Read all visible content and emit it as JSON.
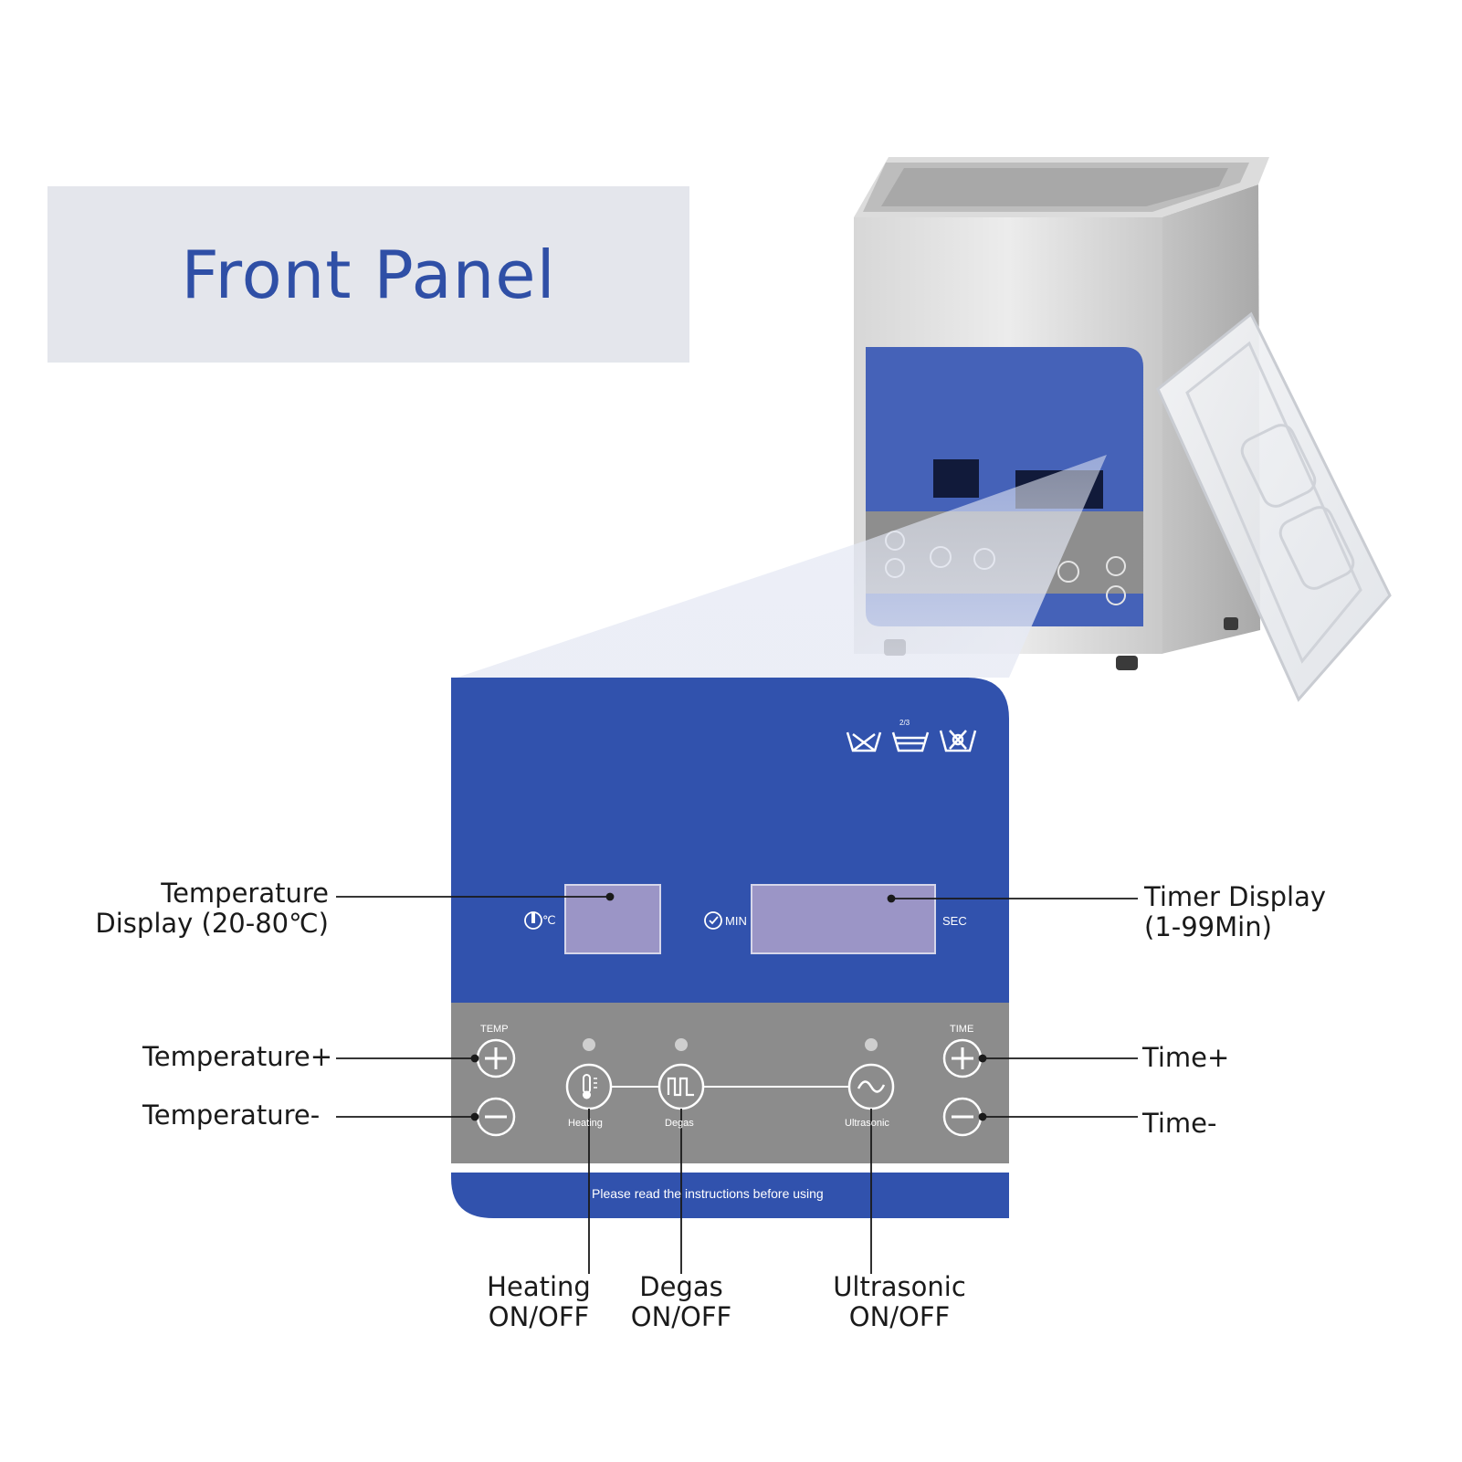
{
  "title": "Front Panel",
  "panel": {
    "temp_unit": "℃",
    "min_label": "MIN",
    "sec_label": "SEC",
    "temp_group_label": "TEMP",
    "time_group_label": "TIME",
    "heating_btn_label": "Heating",
    "degas_btn_label": "Degas",
    "ultrasonic_btn_label": "Ultrasonic",
    "footer_text": "Please read the instructions before using",
    "water_level_mark": "2/3"
  },
  "callouts": {
    "temperature_display": [
      "Temperature",
      "Display (20-80℃)"
    ],
    "timer_display": [
      "Timer Display",
      "(1-99Min)"
    ],
    "temp_plus": "Temperature+",
    "temp_minus": "Temperature-",
    "time_plus": "Time+",
    "time_minus": "Time-",
    "heating": [
      "Heating",
      "ON/OFF"
    ],
    "degas": [
      "Degas",
      "ON/OFF"
    ],
    "ultrasonic": [
      "Ultrasonic",
      "ON/OFF"
    ]
  },
  "colors": {
    "panel_blue": "#3152ad",
    "panel_gray": "#8c8c8c",
    "display_lavender": "#9b95c6",
    "title_text": "#2f4fa6",
    "title_bg": "#e4e6ec"
  }
}
